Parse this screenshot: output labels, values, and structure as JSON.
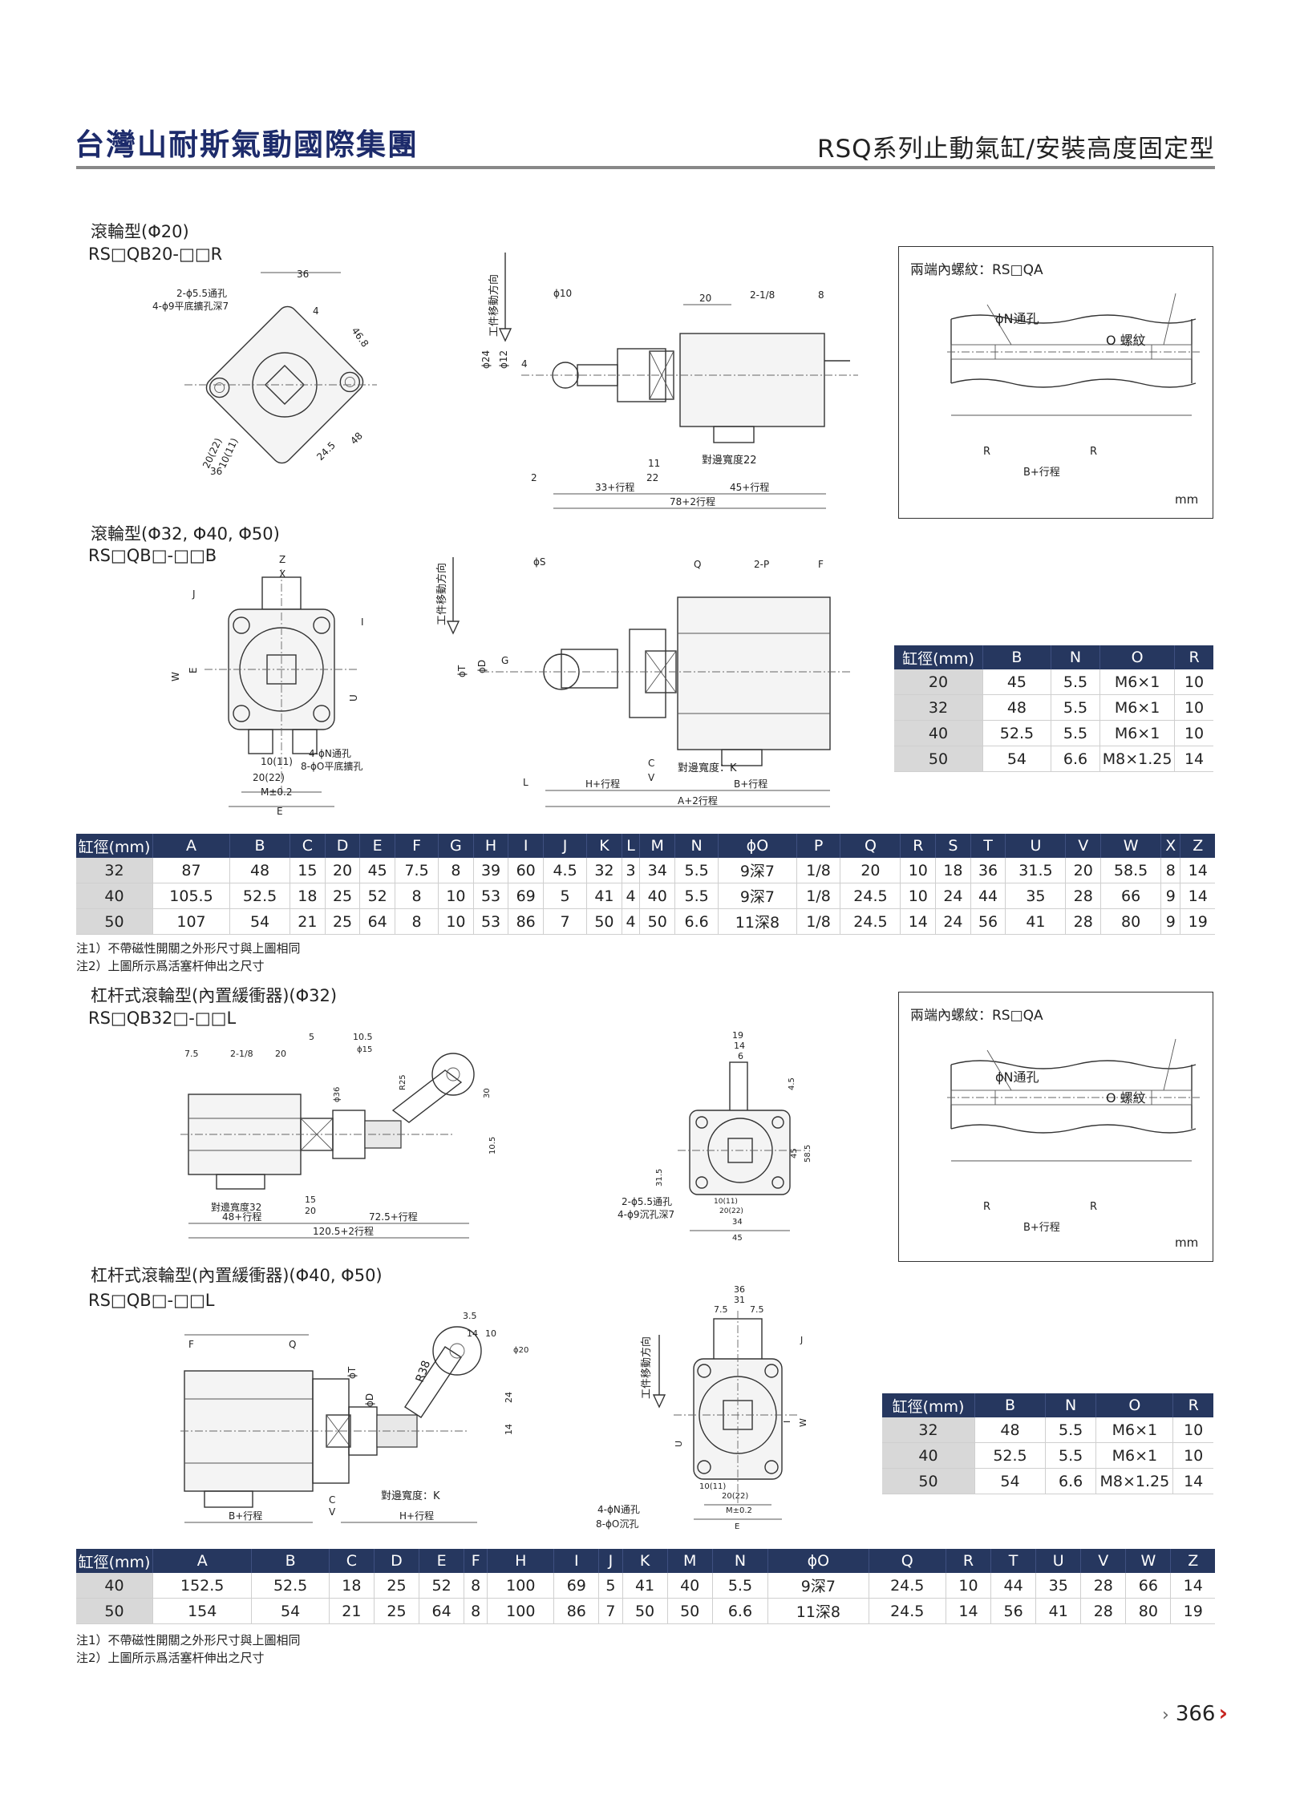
{
  "header": {
    "brand": "台灣山耐斯氣動國際集團",
    "series_title": "RSQ系列止動氣缸/安裝高度固定型"
  },
  "section1": {
    "caption": "滾輪型(Φ20)",
    "code": "RS□QB20-□□R",
    "labels": {
      "d36": "36",
      "holes1": "2-ϕ5.5通孔",
      "holes2": "4-ϕ9平底擴孔深7",
      "d4": "4",
      "d46_8": "46.8",
      "d20_22": "20(22)",
      "d10_11": "10(11)",
      "d36b": "36",
      "d24_5": "24.5",
      "d48": "48",
      "dir": "工件移動方向",
      "phi10": "ϕ10",
      "phi24": "ϕ24",
      "phi12": "ϕ12",
      "d4b": "4",
      "d20": "20",
      "port": "2-1/8",
      "d8": "8",
      "d2": "2",
      "d11": "11",
      "d22": "22",
      "across": "對邊寬度22",
      "len1": "33+行程",
      "len2": "45+行程",
      "len3": "78+2行程"
    }
  },
  "thread_box1": {
    "title": "兩端內螺紋：RS□QA",
    "n_hole": "ϕN通孔",
    "o_thread": "O 螺紋",
    "r1": "R",
    "r2": "R",
    "stroke": "B+行程",
    "unit": "mm"
  },
  "section2": {
    "caption": "滾輪型(Φ32, Φ40, Φ50)",
    "code": "RS□QB□-□□B",
    "labels": {
      "z": "Z",
      "x": "X",
      "j": "J",
      "w": "W",
      "e": "E",
      "i": "I",
      "u": "U",
      "n_hole": "4-ϕN通孔",
      "o_hole": "8-ϕO平底擴孔",
      "d10_11": "10(11)",
      "d20_22": "20(22)",
      "m": "M±0.2",
      "e2": "E",
      "dir": "工件移動方向",
      "phis": "ϕS",
      "phit": "ϕT",
      "phid": "ϕD",
      "g": "G",
      "q": "Q",
      "p": "2-P",
      "f": "F",
      "c": "C",
      "v": "V",
      "l": "L",
      "across": "對邊寬度：K",
      "len1": "H+行程",
      "len2": "B+行程",
      "len3": "A+2行程"
    }
  },
  "table_small1": {
    "headers": [
      "缸徑(mm)",
      "B",
      "N",
      "O",
      "R"
    ],
    "rows": [
      [
        "20",
        "45",
        "5.5",
        "M6×1",
        "10"
      ],
      [
        "32",
        "48",
        "5.5",
        "M6×1",
        "10"
      ],
      [
        "40",
        "52.5",
        "5.5",
        "M6×1",
        "10"
      ],
      [
        "50",
        "54",
        "6.6",
        "M8×1.25",
        "14"
      ]
    ]
  },
  "table_big1": {
    "headers": [
      "缸徑(mm)",
      "A",
      "B",
      "C",
      "D",
      "E",
      "F",
      "G",
      "H",
      "I",
      "J",
      "K",
      "L",
      "M",
      "N",
      "ϕO",
      "P",
      "Q",
      "R",
      "S",
      "T",
      "U",
      "V",
      "W",
      "X",
      "Z"
    ],
    "rows": [
      [
        "32",
        "87",
        "48",
        "15",
        "20",
        "45",
        "7.5",
        "8",
        "39",
        "60",
        "4.5",
        "32",
        "3",
        "34",
        "5.5",
        "9深7",
        "1/8",
        "20",
        "10",
        "18",
        "36",
        "31.5",
        "20",
        "58.5",
        "8",
        "14"
      ],
      [
        "40",
        "105.5",
        "52.5",
        "18",
        "25",
        "52",
        "8",
        "10",
        "53",
        "69",
        "5",
        "41",
        "4",
        "40",
        "5.5",
        "9深7",
        "1/8",
        "24.5",
        "10",
        "24",
        "44",
        "35",
        "28",
        "66",
        "9",
        "14"
      ],
      [
        "50",
        "107",
        "54",
        "21",
        "25",
        "64",
        "8",
        "10",
        "53",
        "86",
        "7",
        "50",
        "4",
        "50",
        "6.6",
        "11深8",
        "1/8",
        "24.5",
        "14",
        "24",
        "56",
        "41",
        "28",
        "80",
        "9",
        "19"
      ]
    ]
  },
  "notes1": [
    "注1）不帶磁性開關之外形尺寸與上圖相同",
    "注2）上圖所示爲活塞杆伸出之尺寸"
  ],
  "section3": {
    "caption": "杠杆式滾輪型(內置緩衝器)(Φ32)",
    "code": "RS□QB32□-□□L",
    "labels": {
      "d7_5": "7.5",
      "port": "2-1/8",
      "d20": "20",
      "d5": "5",
      "d10_5": "10.5",
      "phi15": "ϕ15",
      "r25": "R25",
      "phi36": "ϕ36",
      "d30": "30",
      "d10_5b": "10.5",
      "across": "對邊寬度32",
      "d15": "15",
      "d20b": "20",
      "len1": "48+行程",
      "len2": "72.5+行程",
      "len3": "120.5+2行程",
      "d19": "19",
      "d14": "14",
      "d6": "6",
      "d4_5": "4.5",
      "d45": "45",
      "d58_5": "58.5",
      "d31_5": "31.5",
      "holes1": "2-ϕ5.5通孔",
      "holes2": "4-ϕ9沉孔深7",
      "d10_11": "10(11)",
      "d20_22": "20(22)",
      "d34": "34",
      "d45b": "45"
    }
  },
  "thread_box2": {
    "title": "兩端內螺紋：RS□QA",
    "n_hole": "ϕN通孔",
    "o_thread": "O 螺紋",
    "r1": "R",
    "r2": "R",
    "stroke": "B+行程",
    "unit": "mm"
  },
  "section4": {
    "caption": "杠杆式滾輪型(內置緩衝器)(Φ40, Φ50)",
    "code": "RS□QB□-□□L",
    "labels": {
      "f": "F",
      "q": "Q",
      "d3_5": "3.5",
      "d14": "14",
      "d10": "10",
      "phi20": "ϕ20",
      "r38": "R38",
      "phit": "ϕT",
      "phid": "ϕD",
      "d24": "24",
      "d14b": "14",
      "c": "C",
      "v": "V",
      "across": "對邊寬度：K",
      "len1": "B+行程",
      "len2": "H+行程",
      "dir": "工件移動方向",
      "d36": "36",
      "d31": "31",
      "d7_5a": "7.5",
      "d7_5b": "7.5",
      "j": "J",
      "i": "I",
      "w": "W",
      "u": "U",
      "d10_11": "10(11)",
      "d20_22": "20(22)",
      "m": "M±0.2",
      "e": "E",
      "n_hole": "4-ϕN通孔",
      "o_hole": "8-ϕO沉孔"
    }
  },
  "table_small2": {
    "headers": [
      "缸徑(mm)",
      "B",
      "N",
      "O",
      "R"
    ],
    "rows": [
      [
        "32",
        "48",
        "5.5",
        "M6×1",
        "10"
      ],
      [
        "40",
        "52.5",
        "5.5",
        "M6×1",
        "10"
      ],
      [
        "50",
        "54",
        "6.6",
        "M8×1.25",
        "14"
      ]
    ]
  },
  "table_big2": {
    "headers": [
      "缸徑(mm)",
      "A",
      "B",
      "C",
      "D",
      "E",
      "F",
      "H",
      "I",
      "J",
      "K",
      "M",
      "N",
      "ϕO",
      "Q",
      "R",
      "T",
      "U",
      "V",
      "W",
      "Z"
    ],
    "rows": [
      [
        "40",
        "152.5",
        "52.5",
        "18",
        "25",
        "52",
        "8",
        "100",
        "69",
        "5",
        "41",
        "40",
        "5.5",
        "9深7",
        "24.5",
        "10",
        "44",
        "35",
        "28",
        "66",
        "14"
      ],
      [
        "50",
        "154",
        "54",
        "21",
        "25",
        "64",
        "8",
        "100",
        "86",
        "7",
        "50",
        "50",
        "6.6",
        "11深8",
        "24.5",
        "14",
        "56",
        "41",
        "28",
        "80",
        "19"
      ]
    ]
  },
  "notes2": [
    "注1）不帶磁性開關之外形尺寸與上圖相同",
    "注2）上圖所示爲活塞杆伸出之尺寸"
  ],
  "page_number": "366"
}
